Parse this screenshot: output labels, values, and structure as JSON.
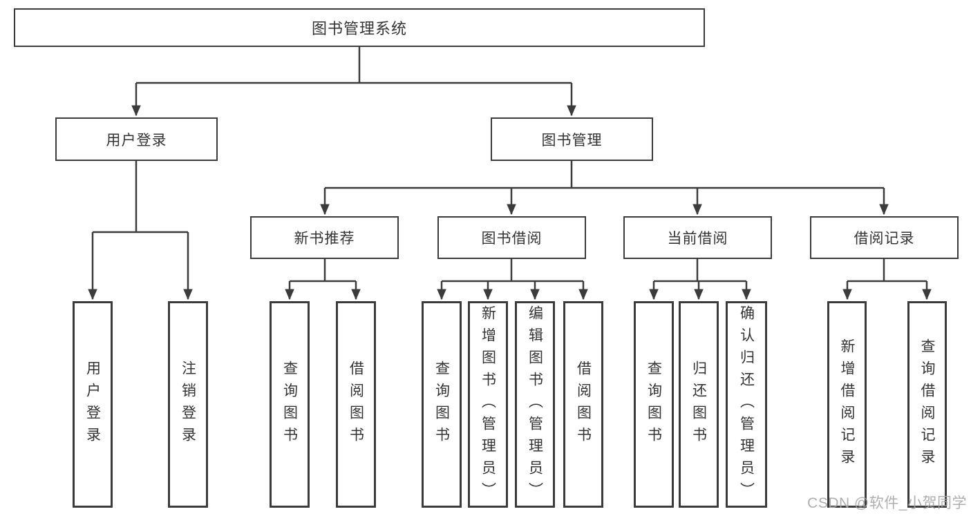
{
  "diagram": {
    "title": "图书管理系统",
    "user_login": {
      "label": "用户登录",
      "children": {
        "login": "用户登录",
        "logout": "注销登录"
      }
    },
    "book_mgmt": {
      "label": "图书管理",
      "new_books": {
        "label": "新书推荐",
        "children": {
          "query": "查询图书",
          "borrow": "借阅图书"
        }
      },
      "borrowing": {
        "label": "图书借阅",
        "children": {
          "query": "查询图书",
          "add": "新增图书（管理员）",
          "edit": "编辑图书（管理员）",
          "borrow": "借阅图书"
        }
      },
      "current": {
        "label": "当前借阅",
        "children": {
          "query": "查询图书",
          "return": "归还图书",
          "confirm": "确认归还（管理员）"
        }
      },
      "records": {
        "label": "借阅记录",
        "children": {
          "add": "新增借阅记录",
          "query": "查询借阅记录"
        }
      }
    }
  },
  "watermark": {
    "text": "CSDN @软件_小贺同学"
  },
  "colors": {
    "line": "#3b3b3b",
    "box_border": "#3b3b3b",
    "box_fill": "#ffffff",
    "text": "#333333",
    "watermark": "#a5a5a5",
    "background": "#ffffff"
  }
}
